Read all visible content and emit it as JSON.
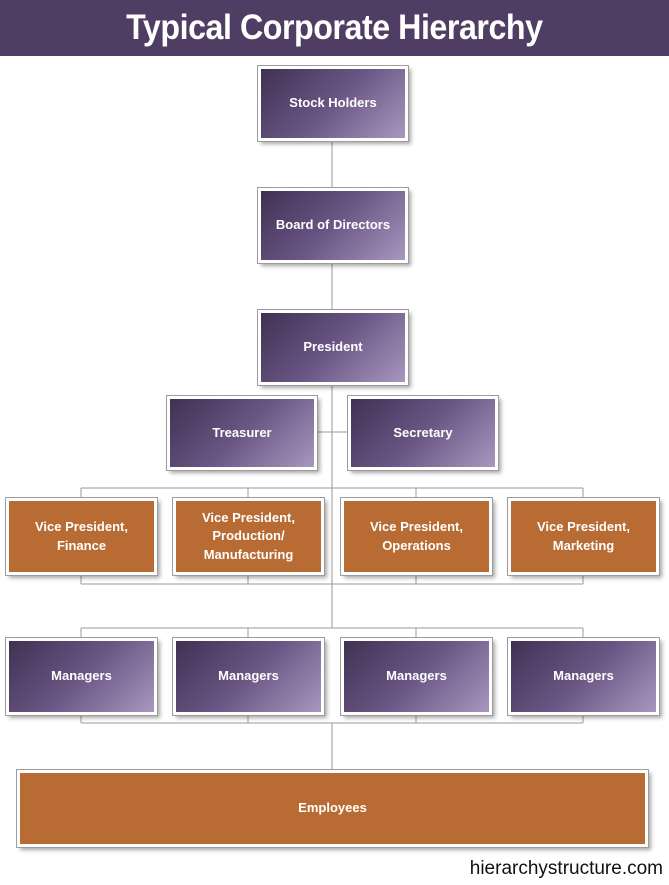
{
  "title": "Typical Corporate Hierarchy",
  "nodes": {
    "stock_holders": "Stock Holders",
    "board_of_directors": "Board of Directors",
    "president": "President",
    "treasurer": "Treasurer",
    "secretary": "Secretary",
    "vp_finance": "Vice President, Finance",
    "vp_production": "Vice President, Production/ Manufacturing",
    "vp_operations": "Vice President, Operations",
    "vp_marketing": "Vice President, Marketing",
    "managers": [
      "Managers",
      "Managers",
      "Managers",
      "Managers"
    ],
    "employees": "Employees"
  },
  "footer": "hierarchystructure.com",
  "colors": {
    "banner": "#4f3d63",
    "purple_box": "#5d4b76",
    "orange_box": "#b86b33",
    "connector": "#9a9a9a"
  }
}
